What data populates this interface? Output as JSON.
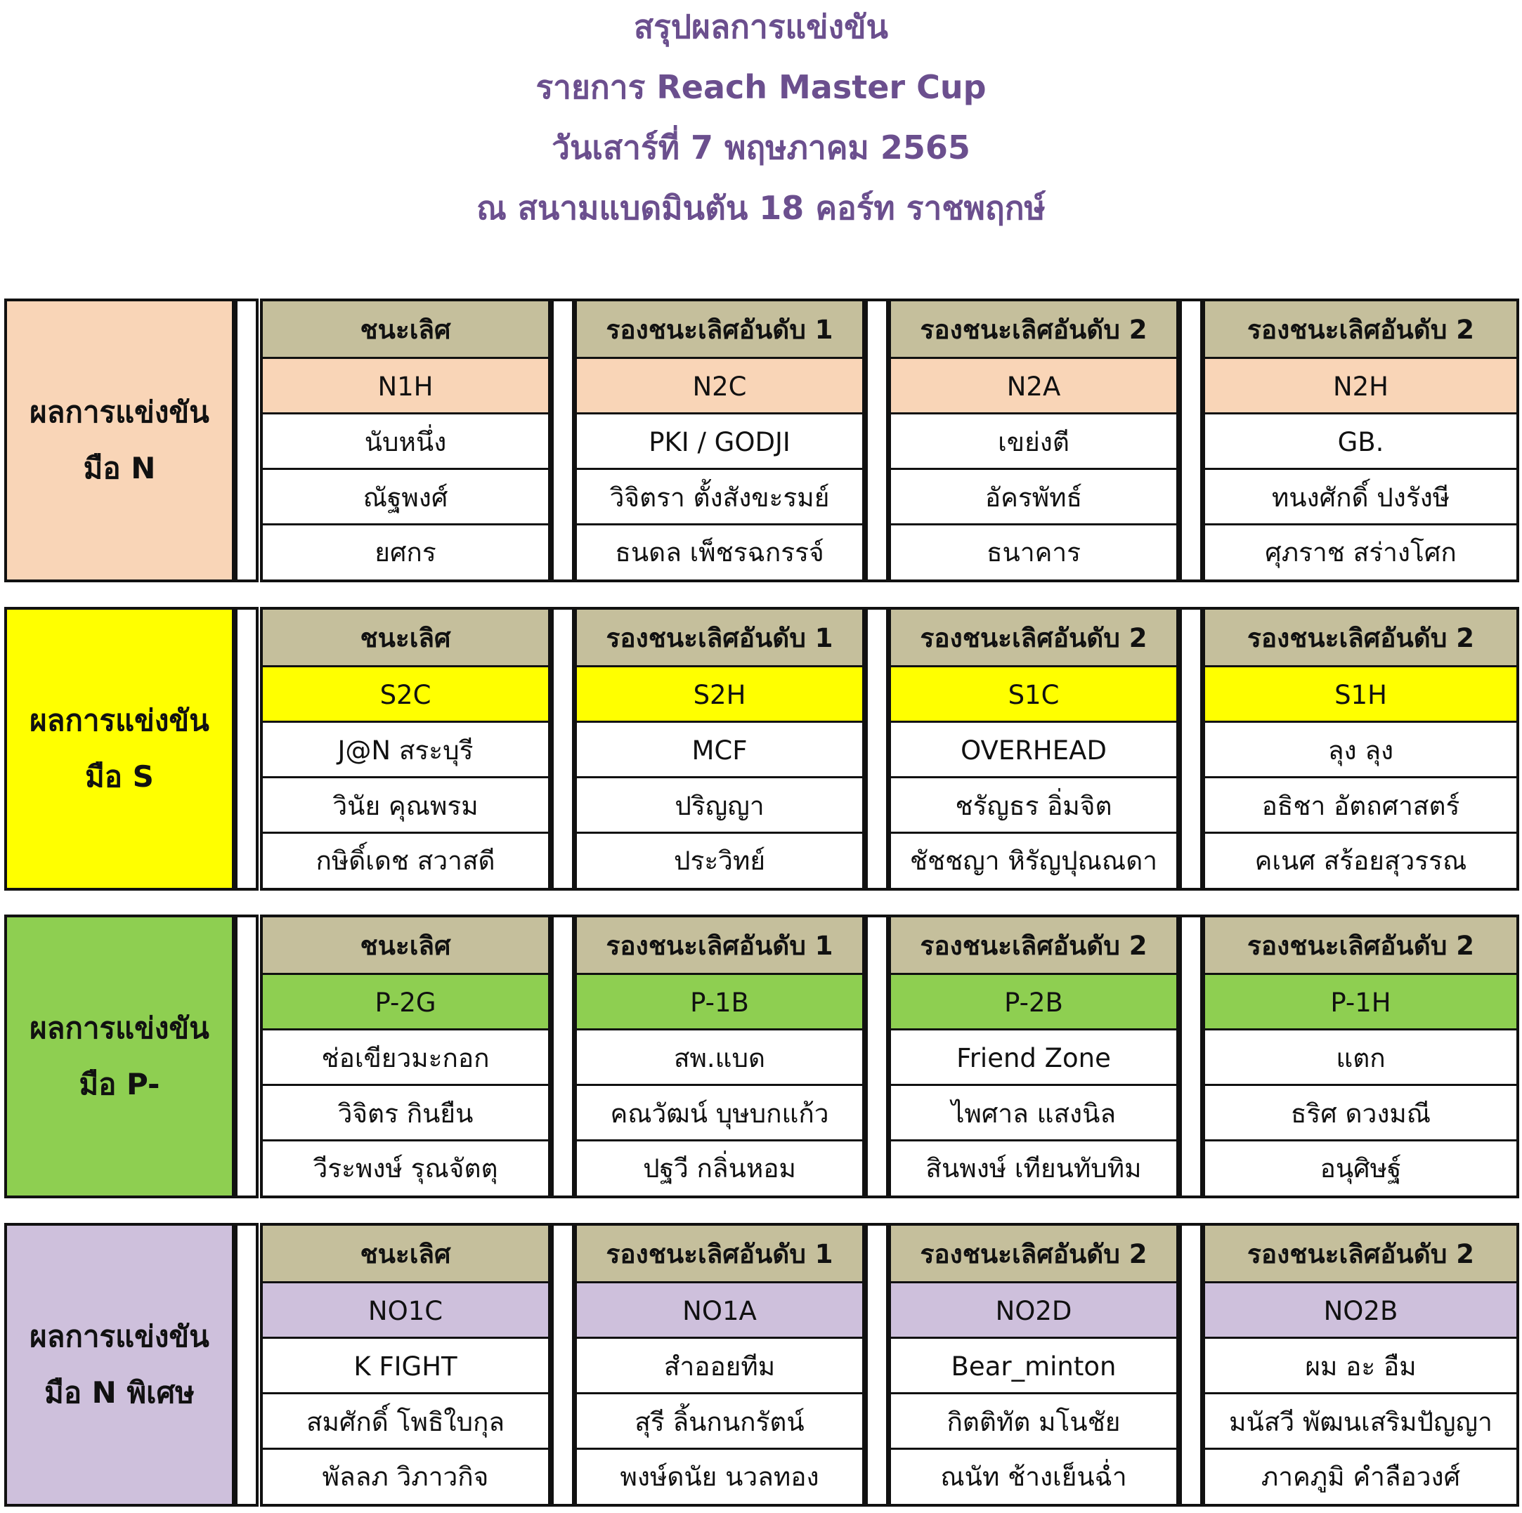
{
  "title_lines": [
    "สรุปผลการแข่งขัน",
    "รายการ Reach Master Cup",
    "วันเสาร์ที่ 7 พฤษภาคม 2565",
    "ณ สนามแบดมินตัน 18 คอร์ท ราชพฤกษ์"
  ],
  "colors": {
    "title": "#6b4f8e",
    "header_cell": "#c5bf9c",
    "N": "#f9d5b7",
    "S": "#ffff00",
    "P": "#8ecf51",
    "NS": "#cec0dc"
  },
  "blocks": [
    {
      "label_line1": "ผลการแข่งขัน",
      "label_line2": "มือ N",
      "color": "#f9d5b7",
      "columns": [
        {
          "header": "ชนะเลิศ",
          "team": "N1H",
          "player1": "นับหนึ่ง",
          "player2": "ณัฐพงศ์",
          "player3": "ยศกร"
        },
        {
          "header": "รองชนะเลิศอันดับ 1",
          "team": "N2C",
          "player1": "PKI / GODJI",
          "player2": "วิจิตรา ตั้งสังขะรมย์",
          "player3": "ธนดล เพ็ชรฉกรรจ์"
        },
        {
          "header": "รองชนะเลิศอันดับ 2",
          "team": "N2A",
          "player1": "เขย่งตี",
          "player2": "อัครพัทธ์",
          "player3": "ธนาคาร"
        },
        {
          "header": "รองชนะเลิศอันดับ 2",
          "team": "N2H",
          "player1": "GB.",
          "player2": "ทนงศักดิ์ ปงรังษี",
          "player3": "ศุภราช สร่างโศก"
        }
      ]
    },
    {
      "label_line1": "ผลการแข่งขัน",
      "label_line2": "มือ S",
      "color": "#ffff00",
      "columns": [
        {
          "header": "ชนะเลิศ",
          "team": "S2C",
          "player1": "J@N สระบุรี",
          "player2": "วินัย คุณพรม",
          "player3": "กษิดิ์เดช สวาสดี"
        },
        {
          "header": "รองชนะเลิศอันดับ 1",
          "team": "S2H",
          "player1": "MCF",
          "player2": "ปริญญา",
          "player3": "ประวิทย์"
        },
        {
          "header": "รองชนะเลิศอันดับ 2",
          "team": "S1C",
          "player1": "OVERHEAD",
          "player2": "ชรัญธร อิ่มจิต",
          "player3": "ชัชชญา หิรัญปุณณดา"
        },
        {
          "header": "รองชนะเลิศอันดับ 2",
          "team": "S1H",
          "player1": "ลุง ลุง",
          "player2": "อธิชา อัตถศาสตร์",
          "player3": "คเนศ สร้อยสุวรรณ"
        }
      ]
    },
    {
      "label_line1": "ผลการแข่งขัน",
      "label_line2": "มือ P-",
      "color": "#8ecf51",
      "columns": [
        {
          "header": "ชนะเลิศ",
          "team": "P-2G",
          "player1": "ช่อเขียวมะกอก",
          "player2": "วิจิตร กินยืน",
          "player3": "วีระพงษ์ รุณจัตตุ"
        },
        {
          "header": "รองชนะเลิศอันดับ 1",
          "team": "P-1B",
          "player1": "สพ.แบด",
          "player2": "คณวัฒน์ บุษบกแก้ว",
          "player3": "ปฐวี กลิ่นหอม"
        },
        {
          "header": "รองชนะเลิศอันดับ 2",
          "team": "P-2B",
          "player1": "Friend Zone",
          "player2": "ไพศาล แสงนิล",
          "player3": "สินพงษ์ เทียนทับทิม"
        },
        {
          "header": "รองชนะเลิศอันดับ 2",
          "team": "P-1H",
          "player1": "แตก",
          "player2": "ธริศ ดวงมณี",
          "player3": "อนุศิษฐ์"
        }
      ]
    },
    {
      "label_line1": "ผลการแข่งขัน",
      "label_line2": "มือ N พิเศษ",
      "color": "#cec0dc",
      "columns": [
        {
          "header": "ชนะเลิศ",
          "team": "NO1C",
          "player1": "K FIGHT",
          "player2": "สมศักดิ์ โพธิใบกุล",
          "player3": "พัลลภ วิภาวกิจ"
        },
        {
          "header": "รองชนะเลิศอันดับ 1",
          "team": "NO1A",
          "player1": "สำออยทีม",
          "player2": "สุรี ลิ้นกนกรัตน์",
          "player3": "พงษ์ดนัย นวลทอง"
        },
        {
          "header": "รองชนะเลิศอันดับ 2",
          "team": "NO2D",
          "player1": "Bear_minton",
          "player2": "กิตติทัต มโนชัย",
          "player3": "ณนัท ช้างเย็นฉ่ำ"
        },
        {
          "header": "รองชนะเลิศอันดับ 2",
          "team": "NO2B",
          "player1": "ผม อะ อืม",
          "player2": "มนัสวี พัฒนเสริมปัญญา",
          "player3": "ภาคภูมิ คำลือวงศ์"
        }
      ]
    }
  ]
}
